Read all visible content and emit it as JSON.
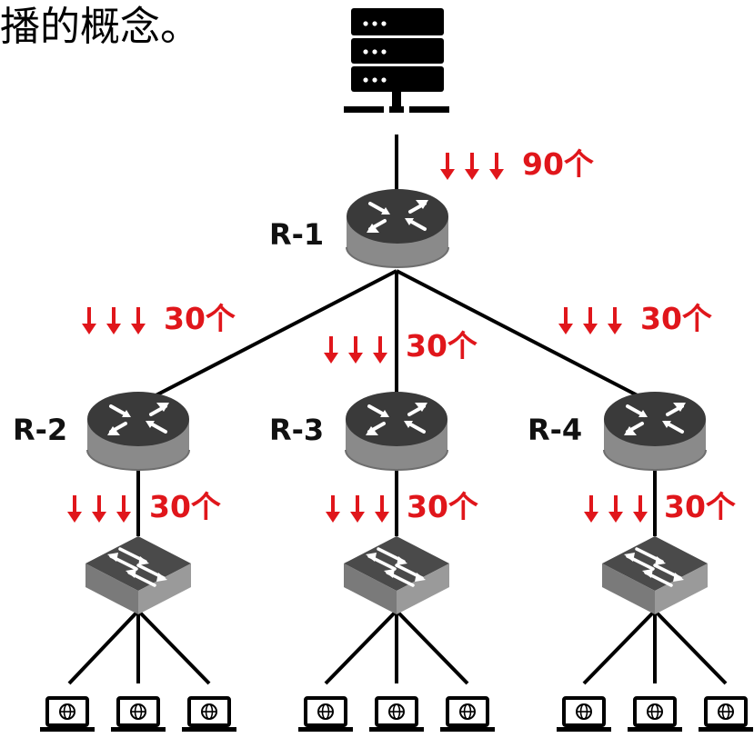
{
  "caption": "播的概念。",
  "routers": {
    "r1": {
      "label": "R-1"
    },
    "r2": {
      "label": "R-2"
    },
    "r3": {
      "label": "R-3"
    },
    "r4": {
      "label": "R-4"
    }
  },
  "flows": {
    "server_to_r1": "90个",
    "r1_to_r2": "30个",
    "r1_to_r3": "30个",
    "r1_to_r4": "30个",
    "r2_to_switch": "30个",
    "r3_to_switch": "30个",
    "r4_to_switch": "30个"
  },
  "colors": {
    "flow_arrow": "#e0161b",
    "device_top": "#3a3a3a",
    "device_body": "#8a8a8a",
    "link": "#000000"
  },
  "icons": {
    "server": "server-icon",
    "router": "router-icon",
    "switch": "switch-icon",
    "host": "laptop-globe-icon"
  }
}
